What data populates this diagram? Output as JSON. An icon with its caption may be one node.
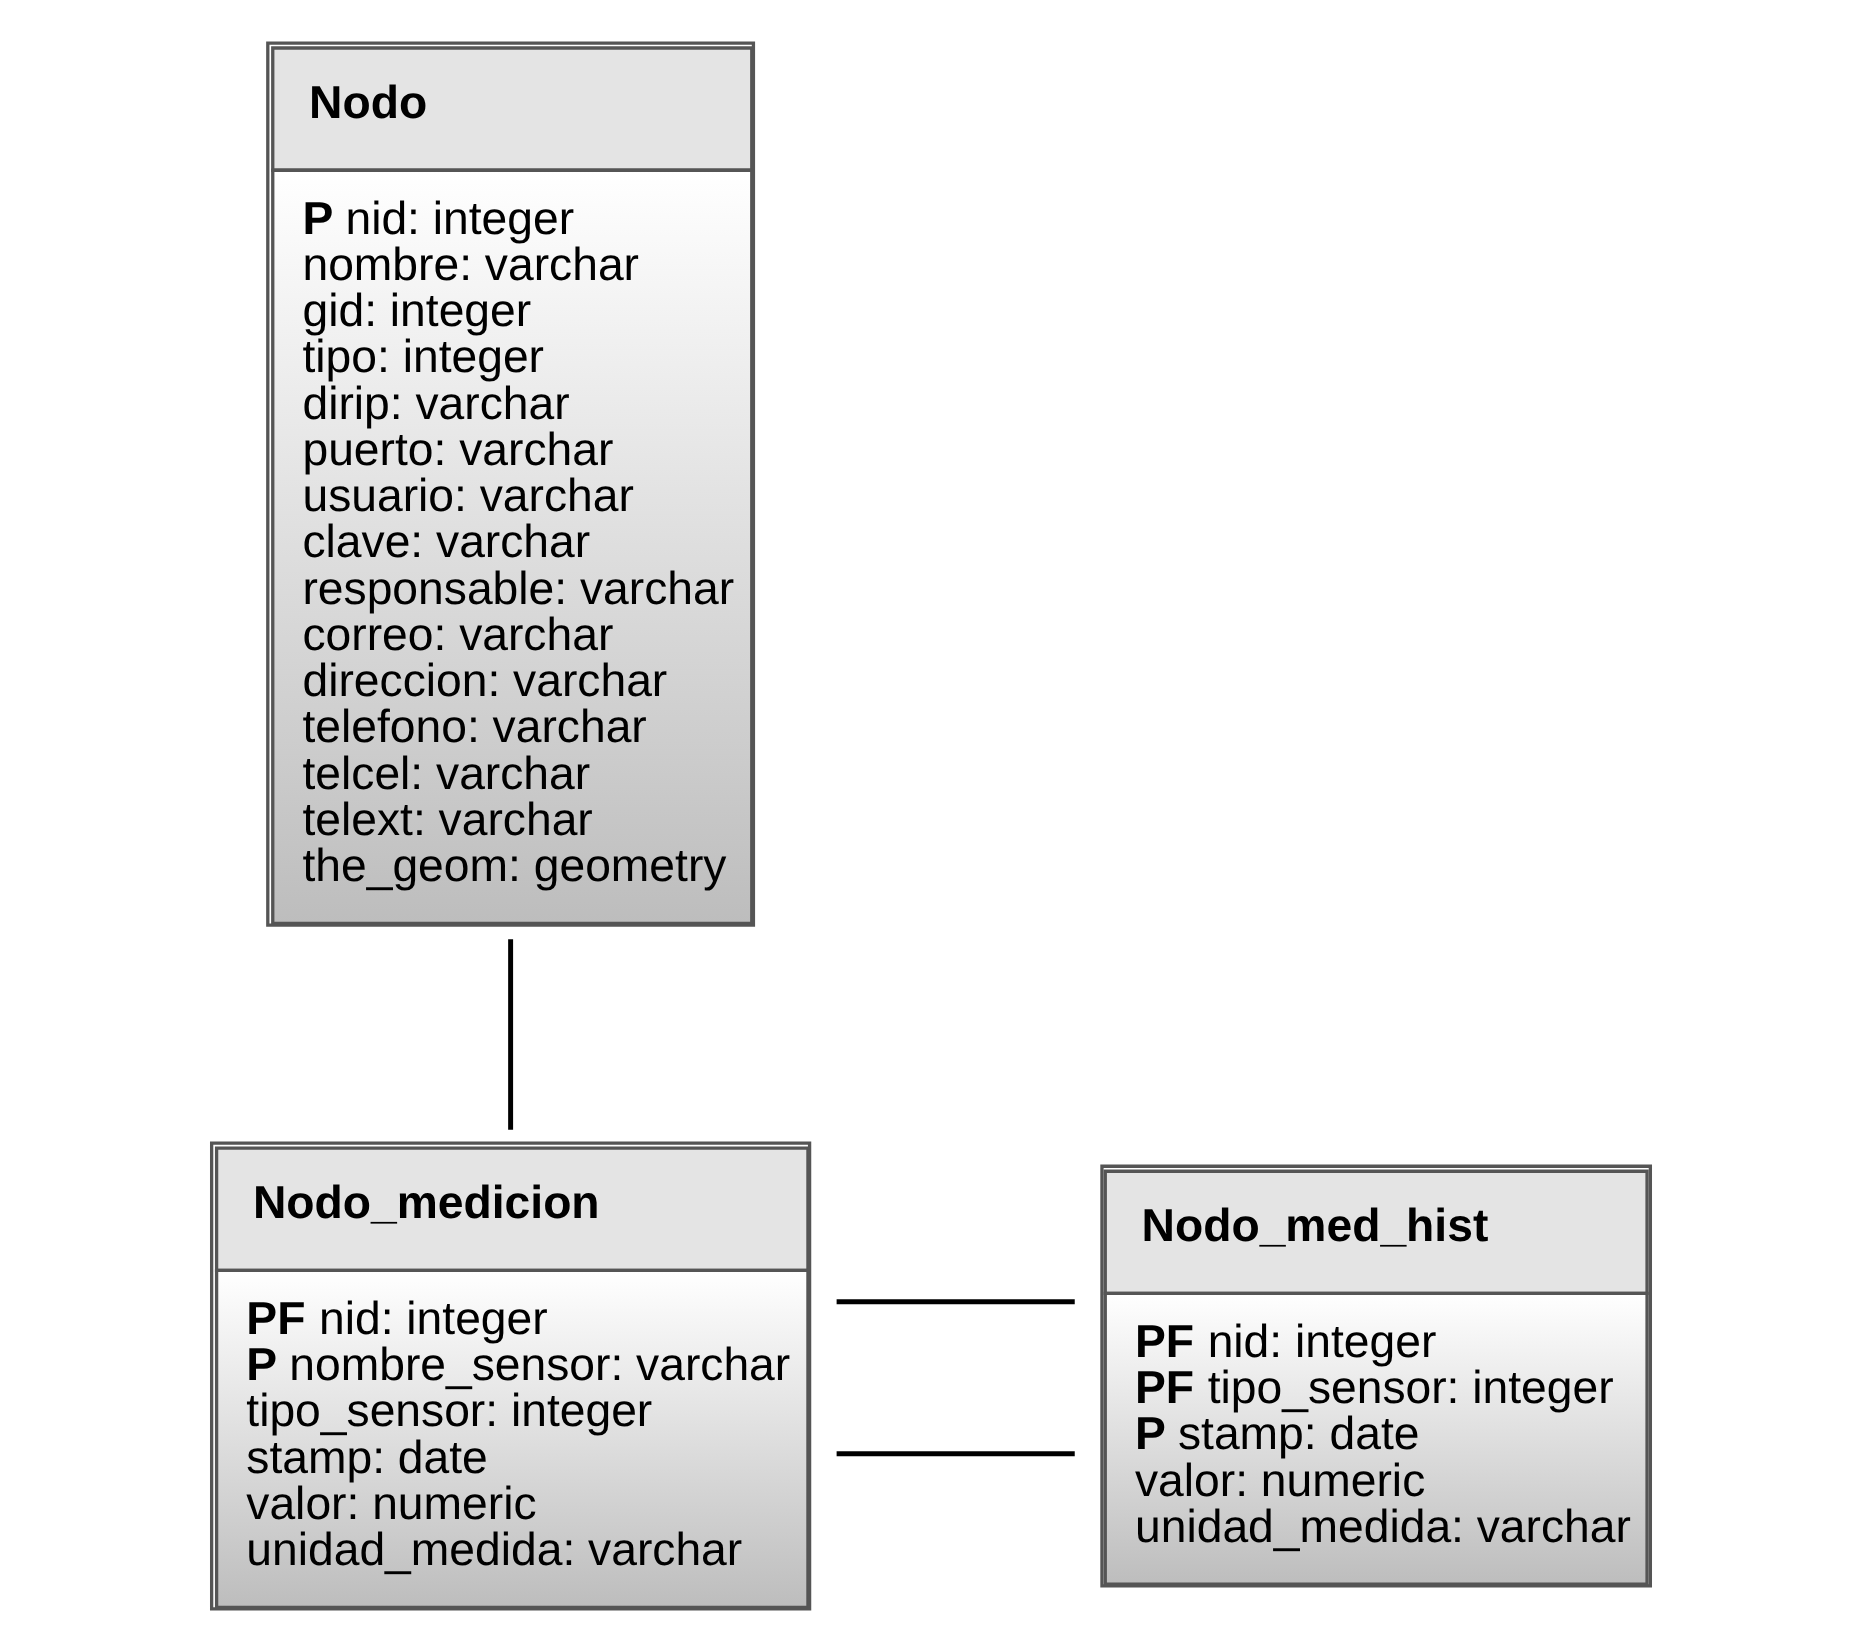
{
  "diagram": {
    "nodes": [
      {
        "text": [
          "Nodo",
          "**P** nid: integer",
          "nombre: varchar",
          "gid: integer",
          "tipo: integer",
          "dirip: varchar",
          "puerto: varchar",
          "usuario: varchar",
          "clave: varchar",
          "responsable: varchar",
          "correo: varchar",
          "direccion: varchar",
          "telefono: varchar",
          "telcel: varchar",
          "telext: varchar",
          "the_geom: geometry"
        ]
      },
      {
        "text": [
          "Nodo_medicion",
          "**PF** nid: integer",
          "**P** nombre_sensor: varchar",
          "tipo_sensor: integer",
          "stamp: date",
          "valor: numeric",
          "unidad_medida: varchar"
        ]
      },
      {
        "text": [
          "Nodo_med_hist",
          "**PF** nid: integer",
          "**PF** tipo_sensor: integer",
          "**P** stamp: date",
          "valor: numeric",
          "unidad_medida: varchar"
        ]
      }
    ],
    "edges": [
      {
        "from": 0,
        "to": 1,
        "arrow": "none"
      },
      {
        "from": 1,
        "to": 2,
        "arrow": "none"
      },
      {
        "from": 1,
        "to": 2,
        "arrow": "none"
      }
    ]
  }
}
